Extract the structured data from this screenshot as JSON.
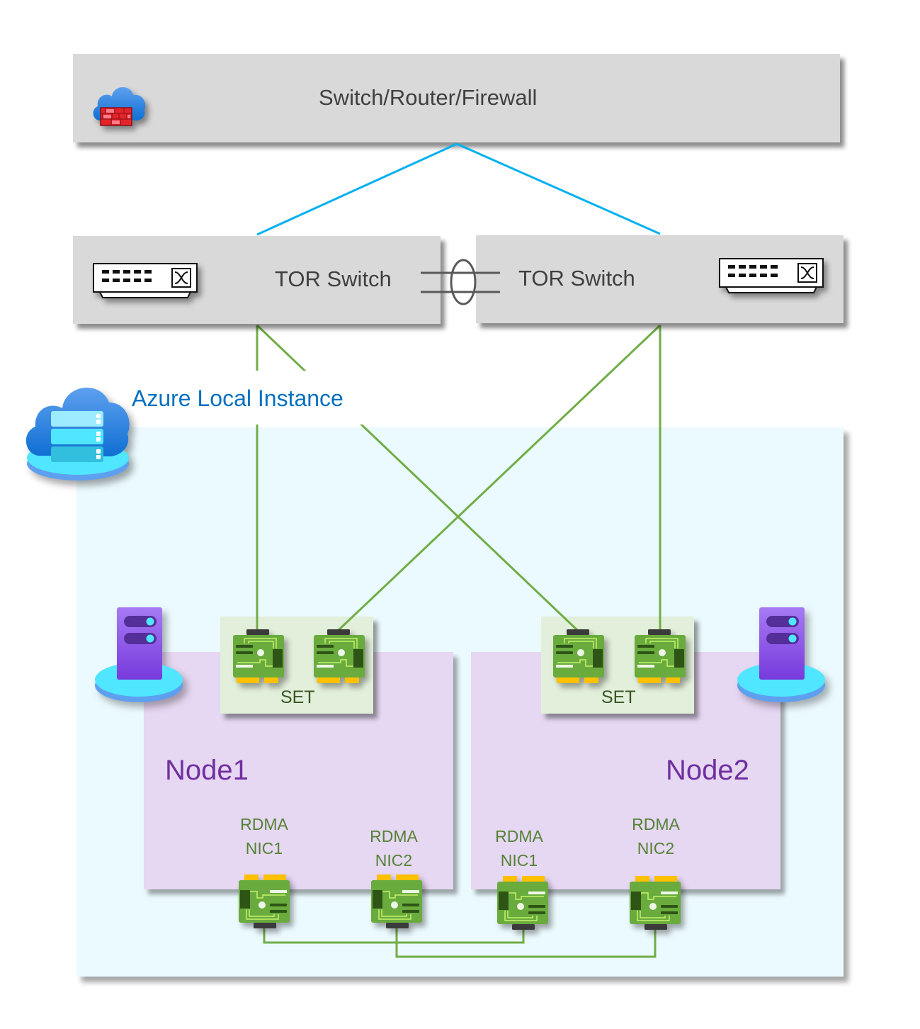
{
  "diagram": {
    "top_device": {
      "label": "Switch/Router/Firewall",
      "icon": "cloud-firewall-icon"
    },
    "tor_switches": [
      {
        "label": "TOR Switch",
        "icon": "network-switch-icon"
      },
      {
        "label": "TOR Switch",
        "icon": "network-switch-icon"
      }
    ],
    "link_aggregation_icon": "lag-ellipse-icon",
    "instance": {
      "label": "Azure Local Instance",
      "icon": "azure-local-cloud-icon"
    },
    "nodes": [
      {
        "label": "Node1",
        "icon": "server-icon",
        "set_label": "SET",
        "set_nics": [
          "network-card-icon",
          "network-card-icon"
        ],
        "rdma_nics": [
          {
            "line1": "RDMA",
            "line2": "NIC1"
          },
          {
            "line1": "RDMA",
            "line2": "NIC2"
          }
        ]
      },
      {
        "label": "Node2",
        "icon": "server-icon",
        "set_label": "SET",
        "set_nics": [
          "network-card-icon",
          "network-card-icon"
        ],
        "rdma_nics": [
          {
            "line1": "RDMA",
            "line2": "NIC1"
          },
          {
            "line1": "RDMA",
            "line2": "NIC2"
          }
        ]
      }
    ],
    "colors": {
      "uplink_line": "#00b0f0",
      "node_line": "#70ad47",
      "instance_label": "#0070c0",
      "node_label": "#7030a0",
      "nic_label": "#548235",
      "set_label": "#375623",
      "device_label": "#404040"
    }
  }
}
